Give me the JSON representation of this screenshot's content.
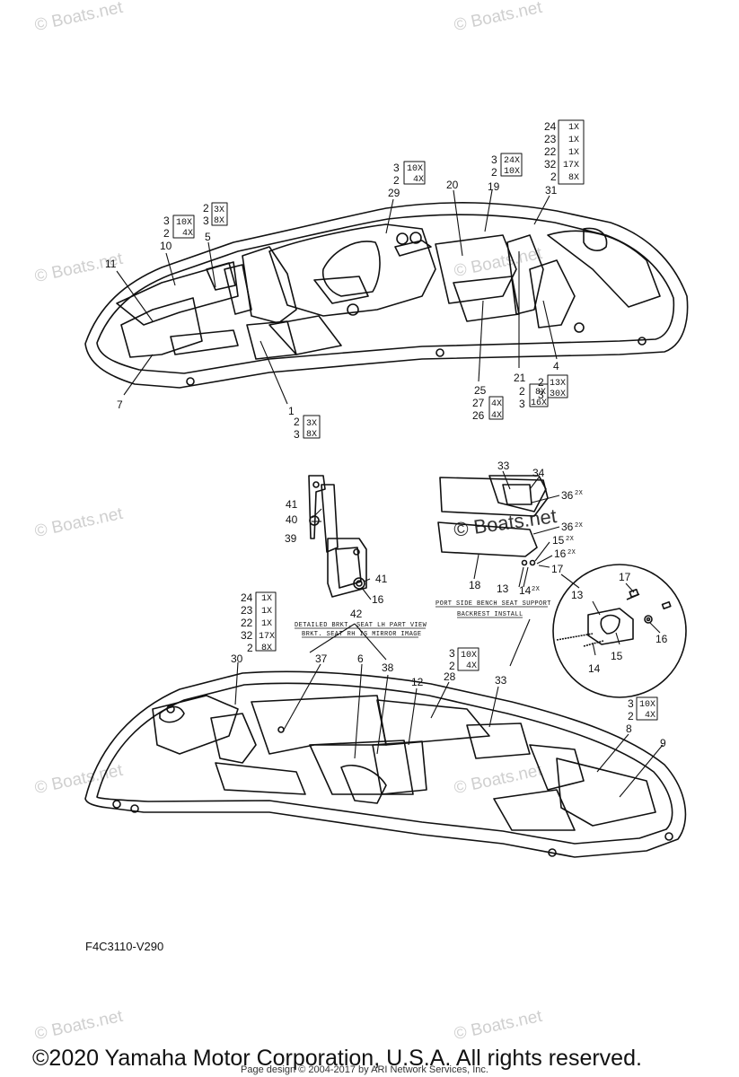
{
  "watermark": "© Boats.net",
  "diagram_code": "F4C3110-V290",
  "copyright": "©2020 Yamaha Motor Corporation, U.S.A. All rights reserved.",
  "page_credit": "Page design © 2004-2017 by ARI Network Services, Inc.",
  "notes": {
    "bracket_1": "DETAILED BRKT. SEAT LH PART VIEW",
    "bracket_2": "BRKT. SEAT RH IS MIRROR IMAGE",
    "port_seat": "PORT SIDE BENCH SEAT SUPPORT",
    "backrest": "BACKREST INSTALL"
  },
  "callouts": {
    "c1": "1",
    "c4": "4",
    "c5": "5",
    "c6": "6",
    "c7": "7",
    "c8": "8",
    "c9": "9",
    "c10": "10",
    "c11": "11",
    "c12": "12",
    "c13a": "13",
    "c13b": "13",
    "c14a": "14",
    "c14b": "14",
    "c15a": "15",
    "c15b": "15",
    "c16a": "16",
    "c16b": "16",
    "c16c": "16",
    "c17a": "17",
    "c17b": "17",
    "c18": "18",
    "c19": "19",
    "c20": "20",
    "c21": "21",
    "c25": "25",
    "c27": "27",
    "c26": "26",
    "c28": "28",
    "c29": "29",
    "c30": "30",
    "c31": "31",
    "c33a": "33",
    "c33b": "33",
    "c34": "34",
    "c36a": "36",
    "c36b": "36",
    "c37": "37",
    "c38": "38",
    "c39": "39",
    "c40": "40",
    "c41a": "41",
    "c41b": "41",
    "c42": "42"
  },
  "qty": {
    "x1": "1X",
    "x2": "2X",
    "x3": "3X",
    "x4": "4X",
    "x8": "8X",
    "x10": "10X",
    "x13": "13X",
    "x16": "16X",
    "x17": "17X",
    "x24": "24X",
    "x30": "30X",
    "sup2x": "2X",
    "n2": "2",
    "n3": "3",
    "n22": "22",
    "n23": "23",
    "n24": "24",
    "n32": "32"
  }
}
